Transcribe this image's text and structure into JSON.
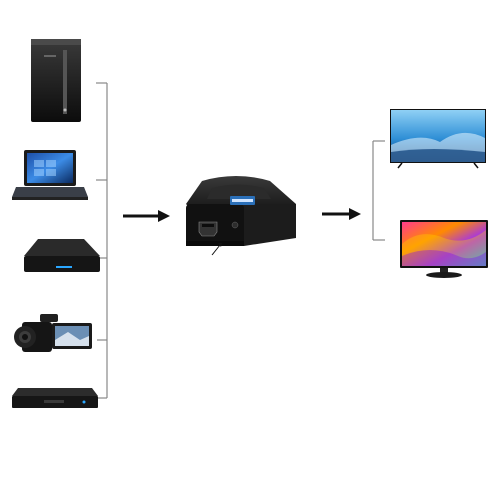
{
  "sources": [
    {
      "name": "desktop-pc-tower"
    },
    {
      "name": "laptop"
    },
    {
      "name": "tv-box"
    },
    {
      "name": "camcorder"
    },
    {
      "name": "dvd-player"
    }
  ],
  "converter": {
    "name": "hdmi-to-scart-converter",
    "badge_color": "#2a6fb8"
  },
  "outputs": [
    {
      "name": "widescreen-tv"
    },
    {
      "name": "monitor"
    }
  ],
  "colors": {
    "line": "#888888",
    "arrow": "#111111",
    "device": "#1a1a1a"
  }
}
